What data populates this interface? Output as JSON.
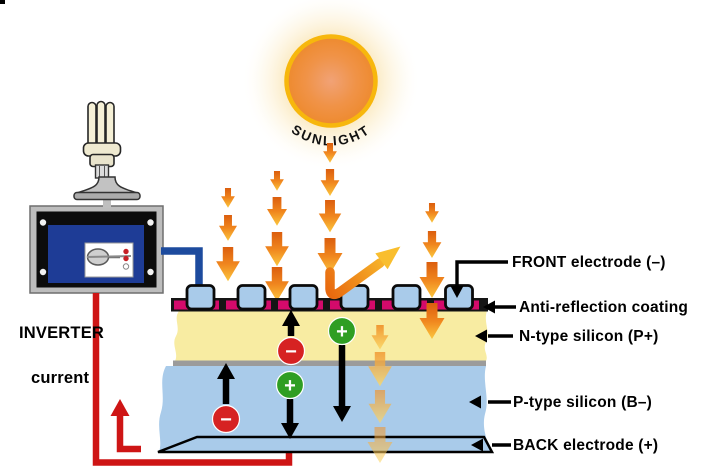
{
  "diagram": {
    "sun_label": "SUNLIGHT",
    "inverter_label": "INVERTER",
    "current_label": "current",
    "front_electrode_label": "FRONT electrode (–)",
    "anti_reflection_label": "Anti-reflection coating",
    "n_type_label": "N-type silicon (P+)",
    "p_type_label": "P-type silicon (B–)",
    "back_electrode_label": "BACK electrode (+)",
    "charge_positive": "+",
    "charge_negative": "−"
  },
  "colors": {
    "sun_orange": "#EE8A2E",
    "sun_ring_gold": "#F7B70D",
    "ray_orange": "#F0861E",
    "n_type_yellow": "#F8ECA2",
    "p_type_blue": "#A9CBEA",
    "junction_gray": "#9B9B9B",
    "coating_magenta": "#D40A6B",
    "electrode_blue": "#A9CBEA",
    "wire_blue": "#1D4B9E",
    "current_red": "#CE1515",
    "charge_red": "#D62222",
    "charge_green": "#2F9E23",
    "inverter_navy": "#1E3C96"
  }
}
